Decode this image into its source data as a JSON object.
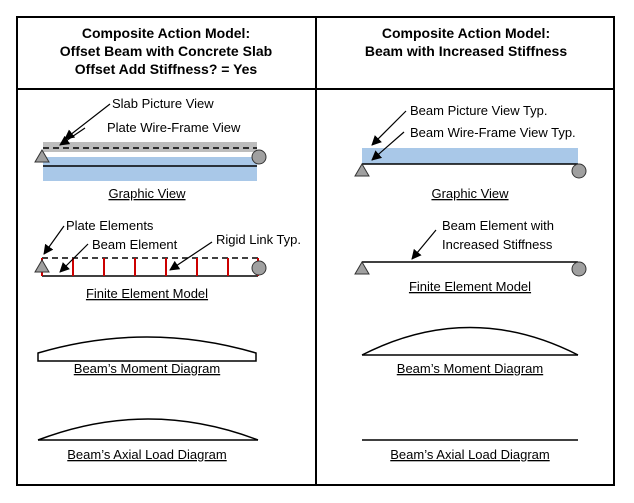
{
  "left": {
    "header": [
      "Composite Action Model:",
      "Offset Beam with Concrete Slab",
      "Offset Add Stiffness? = Yes"
    ],
    "graphic": {
      "slab_label": "Slab Picture View",
      "plate_label": "Plate Wire-Frame View",
      "caption": "Graphic View"
    },
    "fem": {
      "plate_label": "Plate Elements",
      "beam_label": "Beam Element",
      "link_label": "Rigid Link Typ.",
      "caption": "Finite Element Model"
    },
    "moment_caption": "Beam’s Moment  Diagram",
    "axial_caption": "Beam’s Axial Load Diagram"
  },
  "right": {
    "header": [
      "Composite Action Model:",
      "Beam with Increased Stiffness"
    ],
    "graphic": {
      "beam_pic_label": "Beam Picture View Typ.",
      "beam_wire_label": "Beam Wire-Frame View Typ.",
      "caption": "Graphic View"
    },
    "fem": {
      "beam_label": [
        "Beam Element with",
        "Increased Stiffness"
      ],
      "caption": "Finite Element Model"
    },
    "moment_caption": "Beam’s Moment  Diagram",
    "axial_caption": "Beam’s Axial Load Diagram"
  },
  "colors": {
    "slab": "#bdbdbd",
    "beam_fill": "#a9c8e8",
    "link": "#cc0000",
    "support": "#a0a0a0"
  }
}
